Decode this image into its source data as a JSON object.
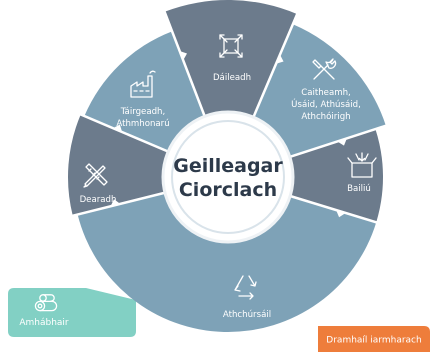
{
  "center": {
    "line1": "Geilleagar",
    "line2": "Ciorclach"
  },
  "segments": [
    {
      "id": "dearadh",
      "label_lines": [
        "Dearadh"
      ],
      "icon": "pencil-ruler-icon",
      "color": "#6c7b8c"
    },
    {
      "id": "tairgeadh",
      "label_lines": [
        "Táirgeadh,",
        "Athmhonarú"
      ],
      "icon": "factory-icon",
      "color": "#7ea2b7"
    },
    {
      "id": "daileadh",
      "label_lines": [
        "Dáileadh"
      ],
      "icon": "distribution-icon",
      "color": "#6c7b8c"
    },
    {
      "id": "caitheamh",
      "label_lines": [
        "Caitheamh,",
        "Úsáid, Athúsáid,",
        "Athchóirigh"
      ],
      "icon": "tools-icon",
      "color": "#7ea2b7"
    },
    {
      "id": "bailiu",
      "label_lines": [
        "Bailiú"
      ],
      "icon": "collection-box-icon",
      "color": "#6c7b8c"
    },
    {
      "id": "athchursail",
      "label_lines": [
        "Athchúrsáil"
      ],
      "icon": "recycle-icon",
      "color": "#7ea2b7"
    }
  ],
  "raw_materials": {
    "label": "Amhábhair",
    "icon": "raw-materials-icon",
    "color": "#82d0c4"
  },
  "residual_waste": {
    "label": "Dramhaíl iarmharach",
    "color": "#ee7d3b"
  }
}
